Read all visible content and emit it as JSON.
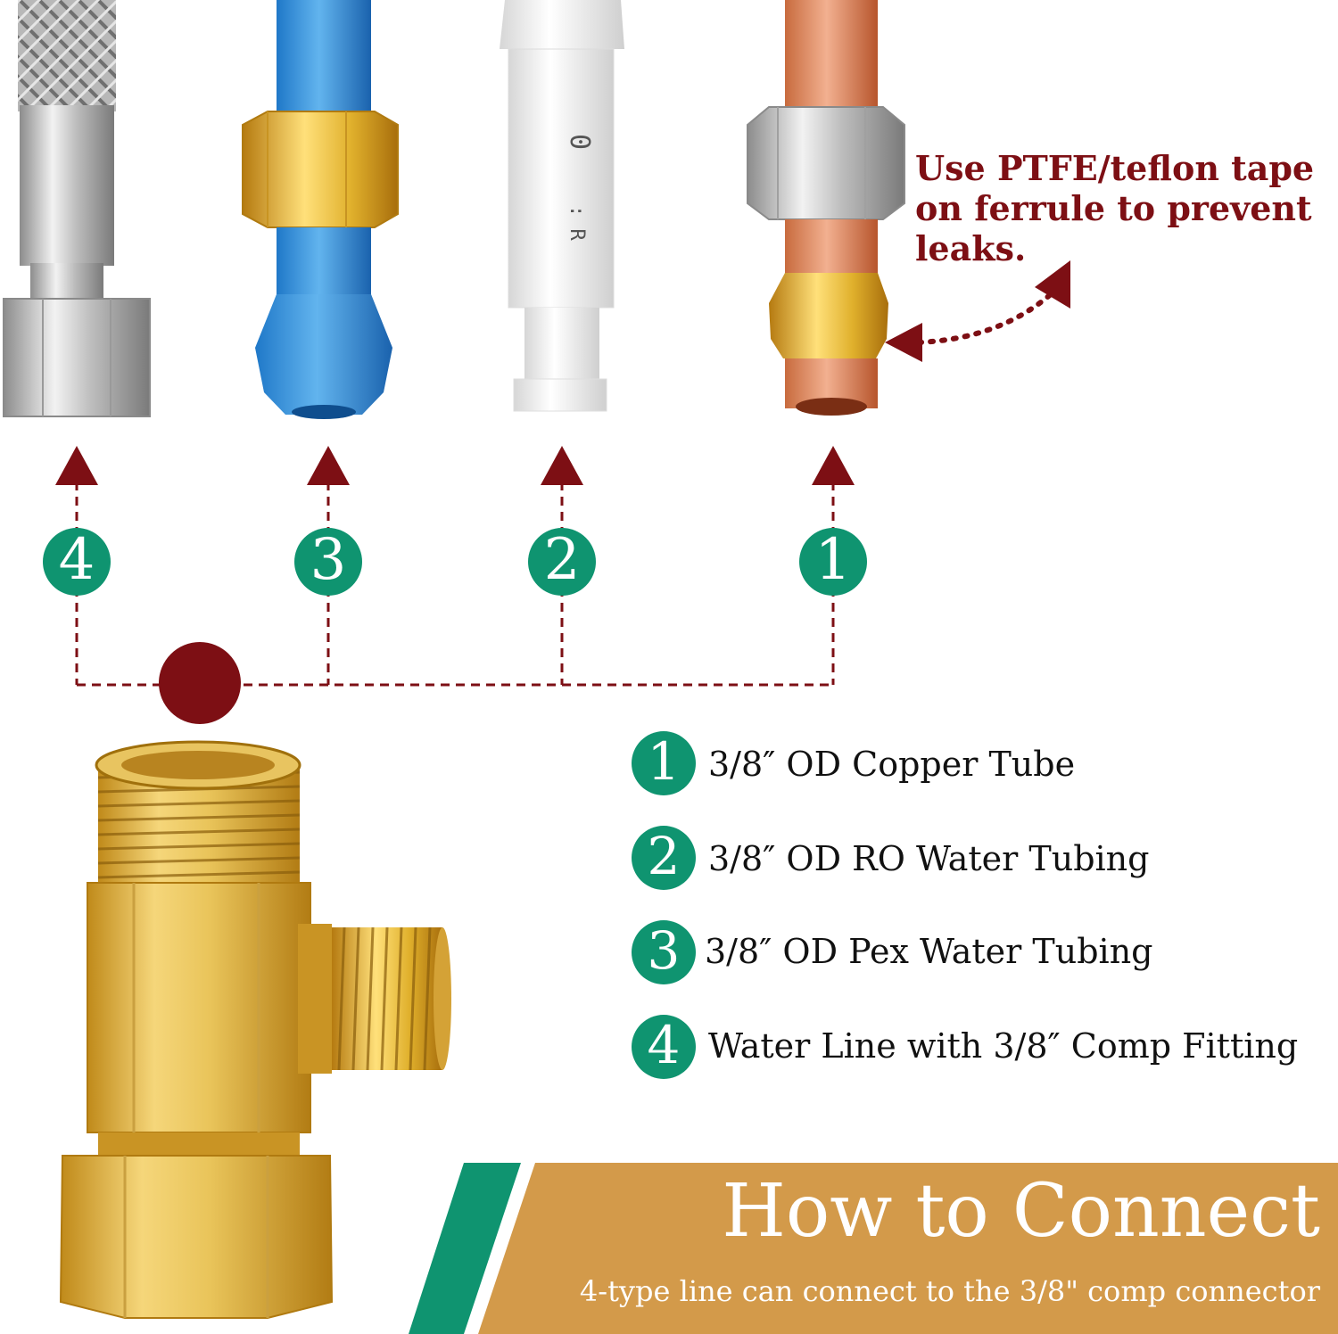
{
  "colors": {
    "accent_red": "#7d0f14",
    "badge_green": "#0f9470",
    "banner_gold": "#d39a4a",
    "banner_green": "#0f9470"
  },
  "note": {
    "text": "Use PTFE/teflon tape on ferrule to prevent leaks."
  },
  "badges_top": [
    {
      "number": "4",
      "icon": "number-badge-icon"
    },
    {
      "number": "3",
      "icon": "number-badge-icon"
    },
    {
      "number": "2",
      "icon": "number-badge-icon"
    },
    {
      "number": "1",
      "icon": "number-badge-icon"
    }
  ],
  "legend": [
    {
      "number": "1",
      "label": "3/8″ OD Copper Tube"
    },
    {
      "number": "2",
      "label": "3/8″ OD RO Water Tubing"
    },
    {
      "number": "3",
      "label": "3/8″ OD Pex Water Tubing"
    },
    {
      "number": "4",
      "label": "Water Line with 3/8″ Comp Fitting"
    }
  ],
  "banner": {
    "title": "How to Connect",
    "subtitle": "4-type line can connect to the 3/8\" comp connector"
  },
  "icons": {
    "braided_hose": "braided-hose-icon",
    "blue_tube": "blue-ro-tube-icon",
    "white_tube": "white-pex-tube-icon",
    "copper_tube": "copper-tube-icon",
    "brass_tee": "brass-tee-connector-icon",
    "junction_dot": "junction-dot-icon"
  }
}
